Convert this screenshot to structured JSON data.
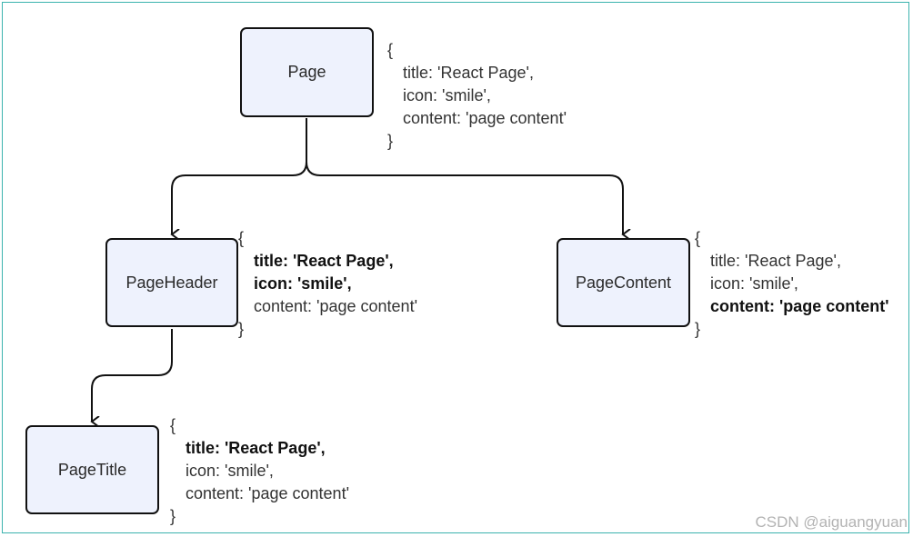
{
  "nodes": {
    "page": {
      "label": "Page"
    },
    "page_header": {
      "label": "PageHeader"
    },
    "page_content": {
      "label": "PageContent"
    },
    "page_title": {
      "label": "PageTitle"
    }
  },
  "props": {
    "page": {
      "open": "{",
      "title": "title: 'React Page',",
      "icon": "icon: 'smile',",
      "content": "content: 'page content'",
      "close": "}"
    },
    "page_header": {
      "open": "{",
      "title": "title: 'React Page',",
      "icon": "icon: 'smile',",
      "content": "content: 'page content'",
      "close": "}"
    },
    "page_content": {
      "open": "{",
      "title": "title: 'React Page',",
      "icon": "icon: 'smile',",
      "content": "content: 'page content'",
      "close": "}"
    },
    "page_title": {
      "open": "{",
      "title": "title: 'React Page',",
      "icon": "icon: 'smile',",
      "content": "content: 'page content'",
      "close": "}"
    }
  },
  "watermark": "CSDN @aiguangyuan"
}
